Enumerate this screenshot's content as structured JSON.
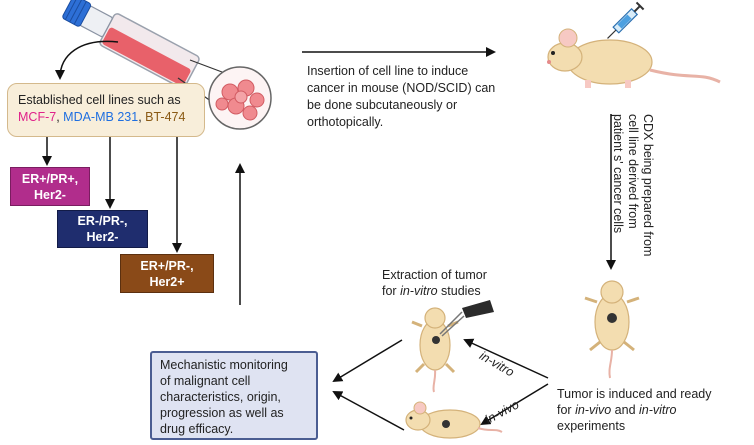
{
  "cell_lines": {
    "label": "Established cell lines such as",
    "mcf7": "MCF-7",
    "sep1": ", ",
    "mda": "MDA-MB 231",
    "sep2": ", ",
    "bt474": "BT-474"
  },
  "subtypes": [
    {
      "line1": "ER+/PR+,",
      "line2": "Her2-"
    },
    {
      "line1": "ER-/PR-,",
      "line2": "Her2-"
    },
    {
      "line1": "ER+/PR-,",
      "line2": "Her2+"
    }
  ],
  "insertion": {
    "line1": "Insertion of cell line to induce",
    "line2": "cancer in mouse (NOD/SCID) can",
    "line3": "be done subcutaneously or",
    "line4": "orthotopically."
  },
  "cdx": {
    "line1": "CDX being prepared from",
    "line2": "cell line derived from",
    "line3": "patient s' cancer cells"
  },
  "extraction": {
    "line1": "Extraction of tumor",
    "line2_prefix": "for ",
    "line2_italic": "in-vitro",
    "line2_suffix": " studies"
  },
  "tumor": {
    "line1": "Tumor is induced and ready",
    "line2_prefix": "for ",
    "line2_italic1": "in-vivo",
    "line2_mid": " and ",
    "line2_italic2": "in-vitro",
    "line3": "experiments"
  },
  "monitor": {
    "line1": "Mechanistic monitoring",
    "line2": "of malignant cell",
    "line3": "characteristics, origin,",
    "line4": "progression as well as",
    "line5": "drug efficacy."
  },
  "labels": {
    "invitro": "in-vitro",
    "invivo": "in-vivo"
  },
  "colors": {
    "mcf7": "#e0218a",
    "mda": "#1f6fe0",
    "bt474": "#8a5a14",
    "mouse": "#f3ddb0",
    "flask_liquid": "#e8616a"
  }
}
